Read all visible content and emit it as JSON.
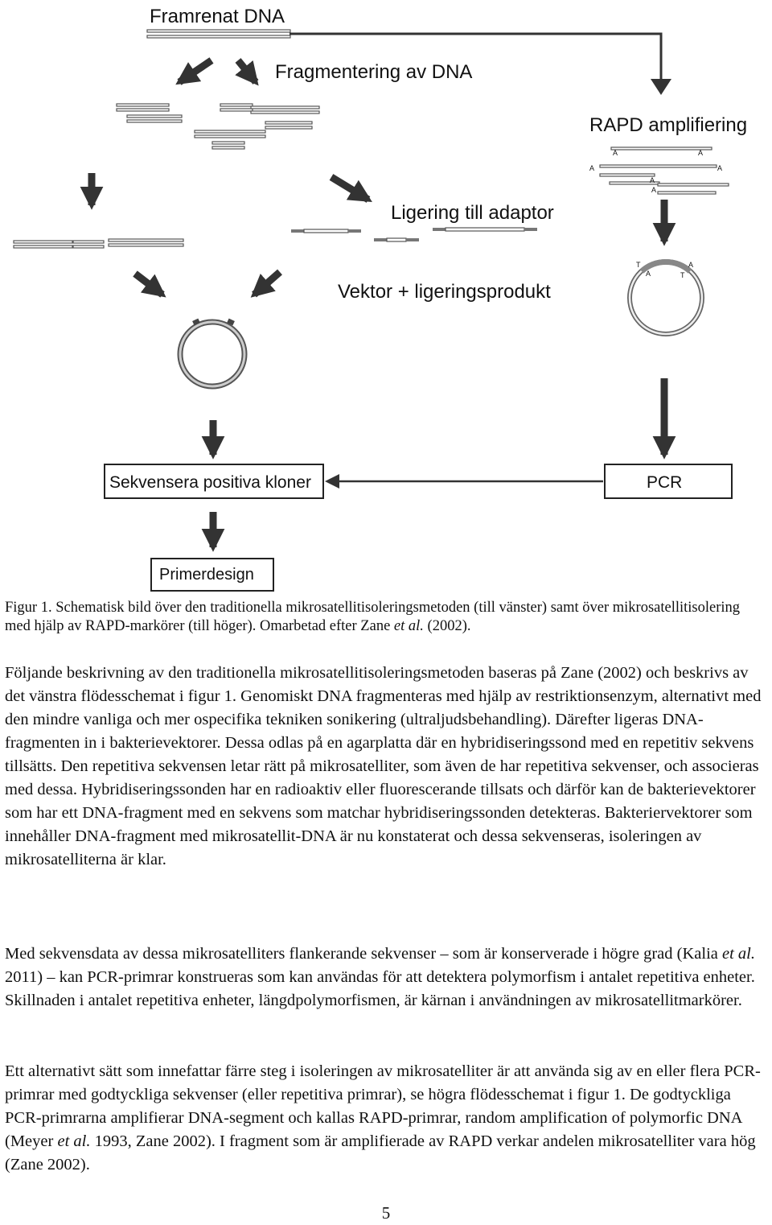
{
  "figure": {
    "labels": {
      "framrenat": "Framrenat DNA",
      "fragmentering": "Fragmentering av DNA",
      "rapd": "RAPD amplifiering",
      "ligering": "Ligering till adaptor",
      "vektor": "Vektor + ligeringsprodukt",
      "sekvensera": "Sekvensera positiva kloner",
      "pcr": "PCR",
      "primerdesign": "Primerdesign"
    },
    "marks": {
      "a": "A",
      "t": "T"
    }
  },
  "caption": {
    "part1": "Figur 1. Schematisk bild över den traditionella mikrosatellitisoleringsmetoden (till vänster) samt över mikrosatellitisolering med hjälp av RAPD-markörer (till höger). Omarbetad efter Zane ",
    "etal": "et al.",
    "part2": " (2002)."
  },
  "paragraphs": {
    "p1": "Följande beskrivning av den traditionella mikrosatellitisoleringsmetoden baseras på Zane (2002) och beskrivs av det vänstra flödesschemat i figur 1. Genomiskt DNA fragmenteras med hjälp av restriktionsenzym, alternativt med den mindre vanliga och mer ospecifika tekniken sonikering (ultraljudsbehandling). Därefter ligeras DNA-fragmenten in i bakterievektorer. Dessa odlas på en agarplatta där en hybridiseringssond med en repetitiv sekvens tillsätts. Den repetitiva sekvensen letar rätt på mikrosatelliter, som även de har repetitiva sekvenser, och associeras med dessa. Hybridiseringssonden har en radioaktiv eller fluorescerande tillsats och därför kan de bakterievektorer som har ett DNA-fragment med en sekvens som matchar hybridiseringssonden detekteras. Bakteriervektorer som innehåller DNA-fragment med mikrosatellit-DNA är nu konstaterat och dessa sekvenseras, isoleringen av mikrosatelliterna är klar.",
    "p2_a": "Med sekvensdata av dessa mikrosatelliters flankerande sekvenser – som är konserverade i högre grad (Kalia ",
    "p2_etal": "et al.",
    "p2_b": " 2011) – kan PCR-primrar konstrueras som kan användas för att detektera polymorfism i antalet repetitiva enheter. Skillnaden i antalet repetitiva enheter, längdpolymorfismen, är kärnan i användningen av mikrosatellitmarkörer.",
    "p3_a": "Ett alternativt sätt som innefattar färre steg i isoleringen av mikrosatelliter är att använda sig av en eller flera PCR-primrar med godtyckliga sekvenser (eller repetitiva primrar), se högra flödesschemat i figur 1. De godtyckliga PCR-primrarna amplifierar DNA-segment och kallas RAPD-primrar, random amplification of polymorfic DNA (Meyer ",
    "p3_etal": "et al.",
    "p3_b": " 1993, Zane 2002). I fragment som är amplifierade av RAPD verkar andelen mikrosatelliter vara hög (Zane 2002)."
  },
  "page_number": "5"
}
